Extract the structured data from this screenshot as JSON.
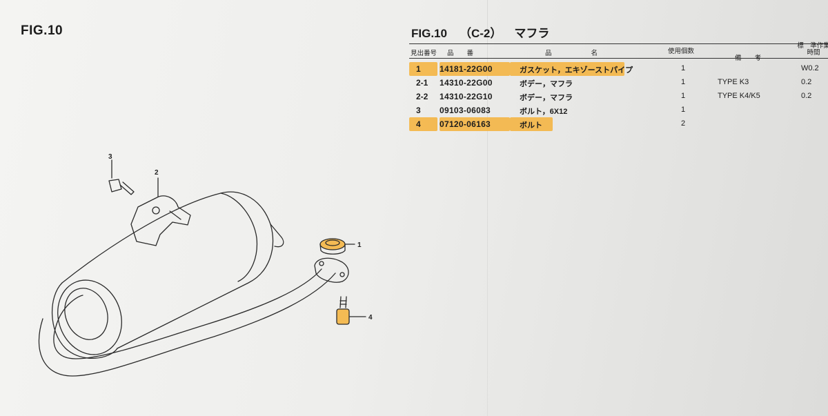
{
  "figure_left": "FIG.10",
  "header": {
    "fig": "FIG.10",
    "code": "（C-2）",
    "title": "マフラ"
  },
  "columns": {
    "item_no": "見出番号",
    "part_no": "品　　番",
    "part_name": "品　　　　　　名",
    "qty": "使用個数",
    "remarks": "備　　考",
    "std_time": "標　準作業時間"
  },
  "rows": [
    {
      "no": "1",
      "part": "14181-22G00",
      "name": "ガスケット，エキゾーストパイプ",
      "qty": "1",
      "remarks": "",
      "time": "W0.2",
      "highlight": "true"
    },
    {
      "no": "2-1",
      "part": "14310-22G00",
      "name": "ボデー，マフラ",
      "qty": "1",
      "remarks": "TYPE K3",
      "time": "0.2",
      "highlight": "false"
    },
    {
      "no": "2-2",
      "part": "14310-22G10",
      "name": "ボデー，マフラ",
      "qty": "1",
      "remarks": "TYPE K4/K5",
      "time": "0.2",
      "highlight": "false"
    },
    {
      "no": "3",
      "part": "09103-06083",
      "name": "ボルト，6X12",
      "qty": "1",
      "remarks": "",
      "time": "",
      "highlight": "false"
    },
    {
      "no": "4",
      "part": "07120-06163",
      "name": "ボルト",
      "qty": "2",
      "remarks": "",
      "time": "",
      "highlight": "true"
    }
  ],
  "callouts": {
    "c1": "1",
    "c2": "2",
    "c3": "3",
    "c4": "4"
  },
  "colors": {
    "highlight": "#f5b23a",
    "line": "#333333",
    "paper": "#eeeeec"
  }
}
